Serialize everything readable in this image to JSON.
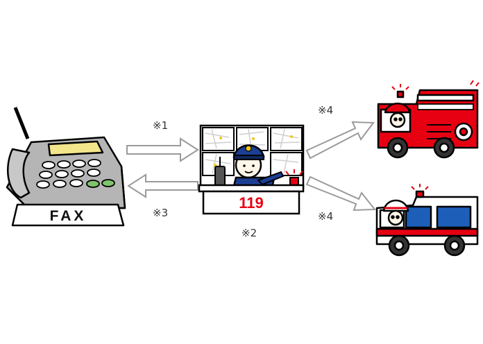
{
  "notes": {
    "n1": "※1",
    "n2": "※2",
    "n3": "※3",
    "n4_top": "※4",
    "n4_bottom": "※4"
  },
  "fax": {
    "label": "FAX"
  },
  "dispatch": {
    "number": "119"
  },
  "colors": {
    "red": "#e60012",
    "navy": "#1c3f94",
    "blue": "#1d5fb8",
    "gray": "#b5b5b5",
    "screen": "#f3e58a",
    "arrow": "#9a9a9a"
  },
  "icons": {
    "fax": "fax-machine-icon",
    "dispatcher": "dispatcher-icon",
    "fire_truck": "fire-engine-icon",
    "ambulance": "ambulance-icon"
  }
}
